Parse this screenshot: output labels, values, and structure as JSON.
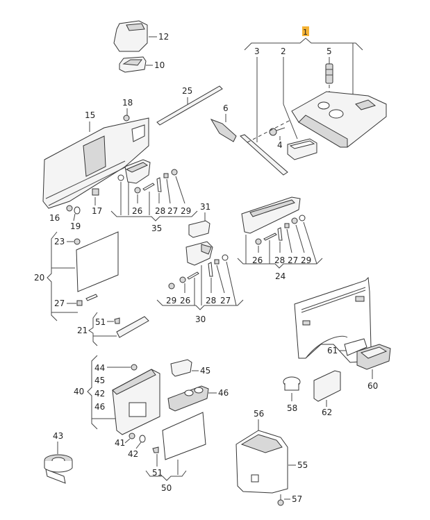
{
  "diagram": {
    "title": "Glove compartment / dashboard storage exploded parts diagram",
    "highlight_color": "#f5b335",
    "highlighted_callout": "1",
    "callouts": {
      "c1": "1",
      "c2": "2",
      "c3": "3",
      "c4": "4",
      "c5": "5",
      "c6": "6",
      "c10": "10",
      "c12": "12",
      "c15": "15",
      "c16": "16",
      "c17": "17",
      "c18": "18",
      "c19": "19",
      "c20": "20",
      "c21": "21",
      "c23": "23",
      "c24": "24",
      "c25": "25",
      "c30": "30",
      "c31": "31",
      "c35": "35",
      "c40": "40",
      "c41": "41",
      "c42": "42",
      "c43": "43",
      "c44": "44",
      "c45": "45",
      "c46": "46",
      "c50": "50",
      "c51": "51",
      "c55": "55",
      "c56": "56",
      "c57": "57",
      "c58": "58",
      "c60": "60",
      "c61": "61",
      "c62": "62",
      "c26": "26",
      "c27": "27",
      "c28": "28",
      "c29": "29"
    },
    "groups": {
      "g35": [
        "26",
        "28",
        "27",
        "29"
      ],
      "g24": [
        "26",
        "28",
        "27",
        "29"
      ],
      "g30": [
        "29",
        "26",
        "28",
        "27"
      ],
      "g20": [
        "23",
        "27"
      ],
      "g21": [
        "51"
      ],
      "g40": [
        "44",
        "45",
        "42",
        "46"
      ],
      "g50": [
        "51"
      ]
    }
  }
}
